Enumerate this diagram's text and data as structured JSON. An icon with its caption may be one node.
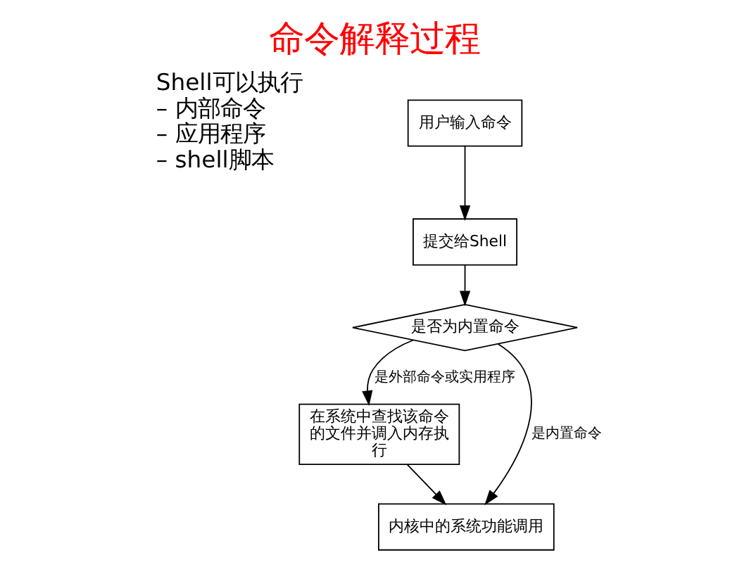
{
  "diagram": {
    "title": "命令解释过程",
    "nodes": [
      {
        "text": [
          "用户输入命令"
        ]
      },
      {
        "text": [
          "提交给Shell"
        ]
      },
      {
        "text": [
          "是否为内置命令"
        ]
      },
      {
        "text": [
          "在系统中查找该命令的文件并调入内存执行"
        ]
      },
      {
        "text": [
          "内核中的系统功能调用"
        ]
      }
    ],
    "edges": [
      {
        "from": 0,
        "to": 1,
        "arrow": "to"
      },
      {
        "from": 1,
        "to": 2,
        "arrow": "to"
      },
      {
        "from": 2,
        "to": 3,
        "arrow": "to",
        "label": "是外部命令或实用程序"
      },
      {
        "from": 2,
        "to": 4,
        "arrow": "to",
        "label": "是内置命令"
      },
      {
        "from": 3,
        "to": 4,
        "arrow": "to"
      }
    ],
    "labels": [
      "Shell可以执行",
      "– 内部命令",
      "– 应用程序",
      "– shell脚本"
    ]
  }
}
